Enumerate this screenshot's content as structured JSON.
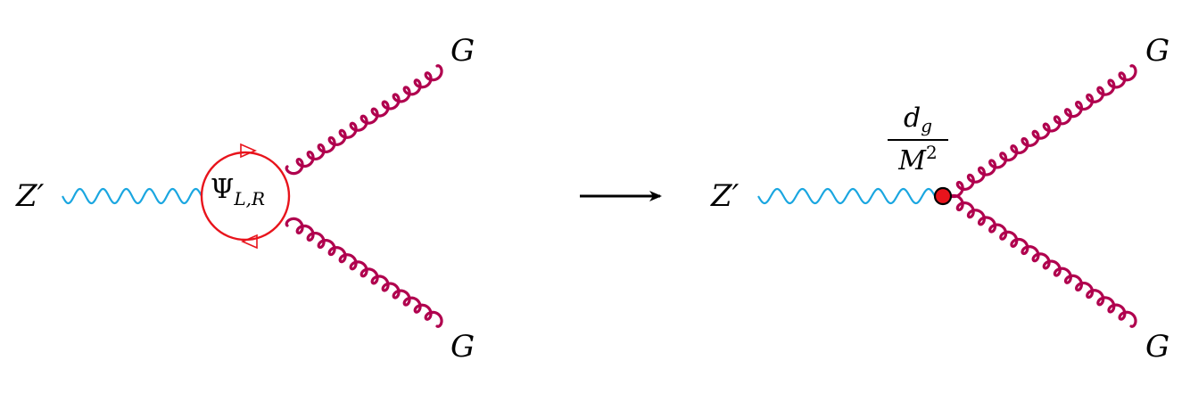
{
  "colors": {
    "photon": "#1aa6e0",
    "gluon": "#b0004e",
    "fermion_loop": "#e8141c",
    "vertex_fill": "#e8141c",
    "arrow": "#000000"
  },
  "left_diagram": {
    "incoming_label": "Z′",
    "loop_label_main": "Ψ",
    "loop_label_sub": "L,R",
    "outgoing_top_label": "G",
    "outgoing_bottom_label": "G"
  },
  "transition_arrow": "right-arrow",
  "right_diagram": {
    "incoming_label": "Z′",
    "coupling_numerator": "d",
    "coupling_numerator_sub": "g",
    "coupling_denominator": "M",
    "coupling_denominator_sup": "2",
    "outgoing_top_label": "G",
    "outgoing_bottom_label": "G"
  }
}
